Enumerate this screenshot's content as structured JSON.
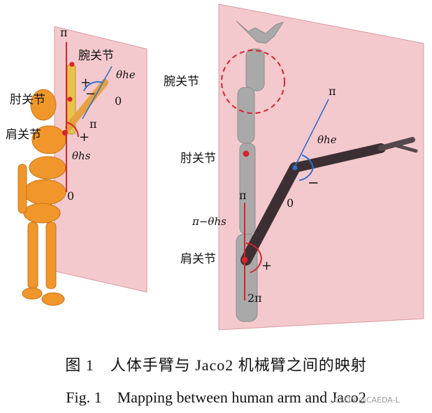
{
  "left_panel": {
    "label_pi_top": "π",
    "label_wrist": "腕关节",
    "label_elbow": "肘关节",
    "label_shoulder": "肩关节",
    "label_theta_he": "θhe",
    "label_zero_elbow": "0",
    "label_pi_elbow": "π",
    "label_theta_hs": "θhs",
    "label_zero_bottom": "0",
    "sign_plus_elbow": "+",
    "sign_minus_elbow": "−",
    "sign_plus_shoulder": "+"
  },
  "right_panel": {
    "label_wrist": "腕关节",
    "label_elbow": "肘关节",
    "label_shoulder": "肩关节",
    "label_pi_elbow": "π",
    "label_theta_he": "θhe",
    "label_zero_elbow": "0",
    "label_pi_shoulder": "π",
    "label_pi_minus_theta_hs": "π−θhs",
    "label_two_pi": "2π",
    "sign_minus_elbow": "−",
    "sign_plus_shoulder": "+"
  },
  "caption": {
    "cn": "图 1　人体手臂与 Jaco2 机械臂之间的映射",
    "en": "Fig. 1　Mapping between human arm and Jaco2"
  },
  "watermark": "CSDN @CAEDA-L"
}
